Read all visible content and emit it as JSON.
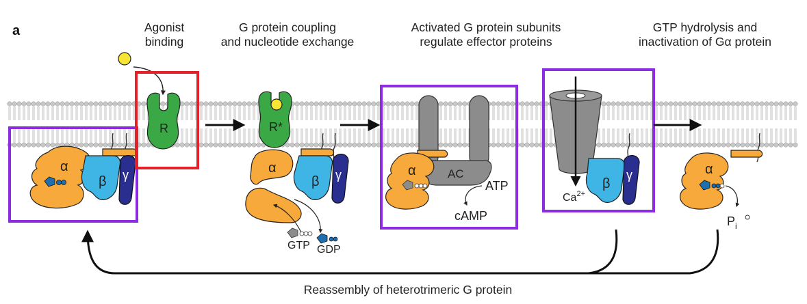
{
  "panel_letter": "a",
  "steps": [
    {
      "line1": "Agonist",
      "line2": "binding"
    },
    {
      "line1": "G protein coupling",
      "line2": "and nucleotide exchange"
    },
    {
      "line1": "Activated G protein subunits",
      "line2": "regulate effector proteins"
    },
    {
      "line1": "GTP hydrolysis and",
      "line2": "inactivation of Gα protein"
    }
  ],
  "bottom_caption": "Reassembly of heterotrimeric G protein",
  "molecules": {
    "receptor": "R",
    "receptor_active": "R*",
    "alpha": "α",
    "beta": "β",
    "gamma": "γ",
    "adenylyl_cyclase": "AC",
    "atp": "ATP",
    "camp": "cAMP",
    "gtp": "GTP",
    "gdp": "GDP",
    "calcium_base": "Ca",
    "calcium_charge": "2+",
    "pi_base": "P",
    "pi_sub": "i"
  },
  "colors": {
    "receptor_green": "#3aa845",
    "alpha_orange": "#f7a93b",
    "beta_cyan": "#3fb5e6",
    "gamma_navy": "#2a2f8f",
    "effector_gray": "#8c8c8c",
    "agonist_yellow": "#f6e534",
    "gdp_blue": "#1e6fb0",
    "highlight_red": "#e5202a",
    "highlight_purple": "#8b2be2"
  }
}
